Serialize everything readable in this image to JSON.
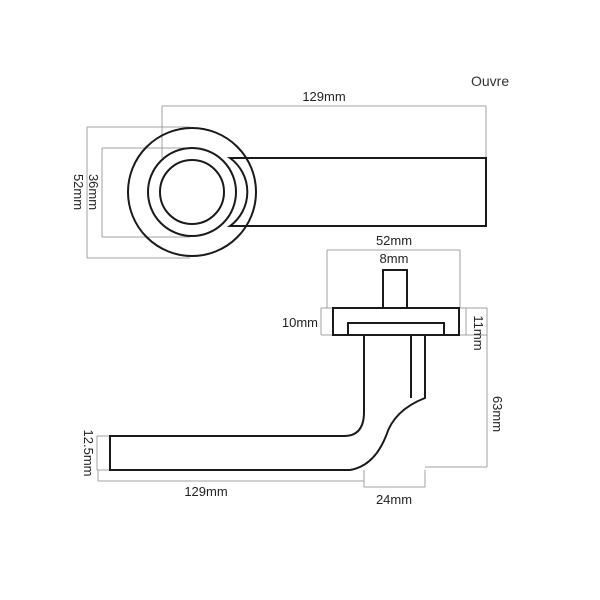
{
  "brand": "Ouvre",
  "dimensions": {
    "top_length": "129mm",
    "rose_outer": "52mm",
    "rose_inner": "36mm",
    "base_width": "52mm",
    "spindle": "8mm",
    "rose_thickness": "10mm",
    "rose_height": "11mm",
    "total_height": "63mm",
    "lever_thickness": "12.5mm",
    "bottom_length": "129mm",
    "neck_width": "24mm"
  },
  "colors": {
    "outline": "#1a1a1a",
    "dimension_line": "#a0a0a0",
    "text": "#222222"
  }
}
